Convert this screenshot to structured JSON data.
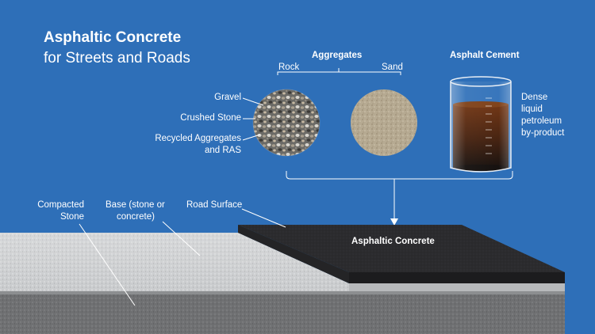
{
  "title": "Asphaltic Concrete",
  "subtitle": "for Streets and Roads",
  "aggregates": {
    "heading": "Aggregates",
    "rock_label": "Rock",
    "sand_label": "Sand",
    "rock_items": [
      "Gravel",
      "Crushed Stone",
      "Recycled Aggregates",
      "and RAS"
    ]
  },
  "asphalt_cement": {
    "heading": "Asphalt Cement",
    "description": [
      "Dense",
      "liquid",
      "petroleum",
      "by-product"
    ]
  },
  "layers": {
    "compacted_stone": [
      "Compacted",
      "Stone"
    ],
    "base": [
      "Base (stone or",
      "concrete)"
    ],
    "road_surface": "Road Surface"
  },
  "result_label": "Asphaltic Concrete",
  "colors": {
    "background": "#2e6fb8",
    "text": "#ffffff",
    "asphalt": "#2a2a2d",
    "asphalt_cement_liquid": "#5a2508"
  }
}
